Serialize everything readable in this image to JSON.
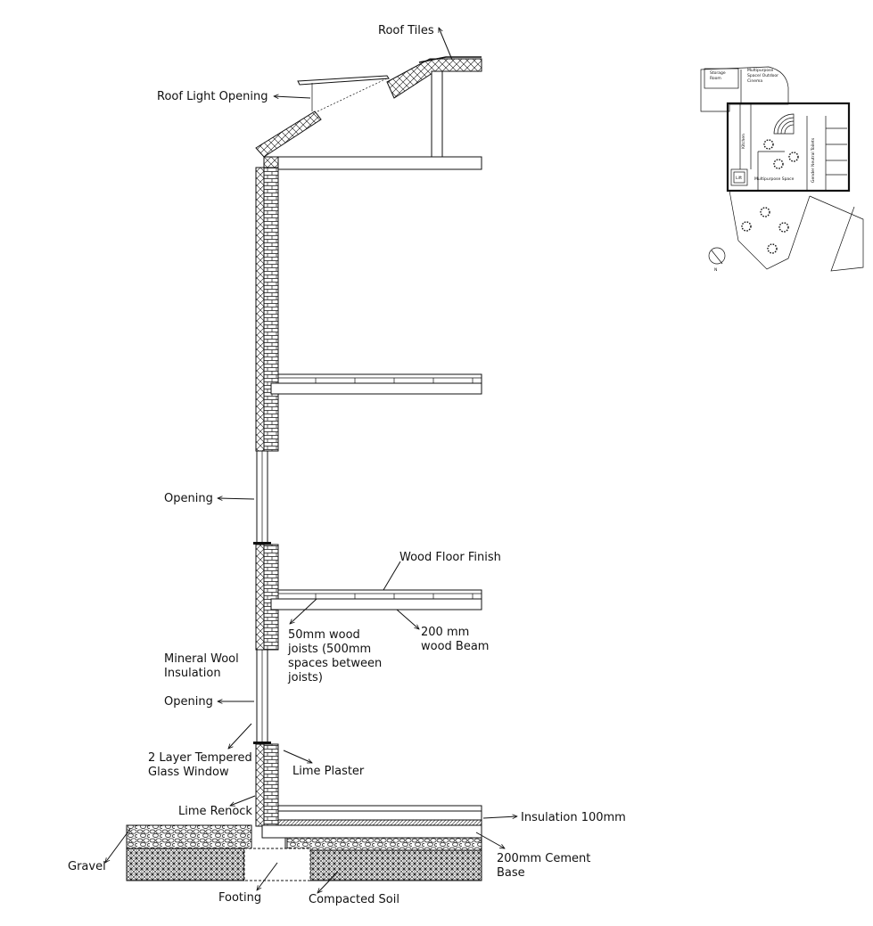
{
  "section": {
    "labels": {
      "roof_tiles": "Roof Tiles",
      "roof_light_opening": "Roof Light Opening",
      "opening_upper": "Opening",
      "wood_floor_finish": "Wood Floor Finish",
      "wood_joists": [
        "50mm wood",
        "joists (500mm",
        "spaces between",
        "joists)"
      ],
      "wood_beam": [
        "200 mm",
        "wood Beam"
      ],
      "mineral_wool": [
        "Mineral Wool",
        "Insulation"
      ],
      "opening_lower": "Opening",
      "glass_window": [
        "2 Layer Tempered",
        "Glass Window"
      ],
      "lime_plaster": "Lime Plaster",
      "lime_render": "Lime Renock",
      "insulation": "Insulation 100mm",
      "cement_base": [
        "200mm Cement",
        "Base"
      ],
      "gravel": "Gravel",
      "footing": "Footing",
      "compacted_soil": "Compacted Soil"
    }
  },
  "key_plan": {
    "labels": {
      "storage_room": [
        "Storage",
        "Room"
      ],
      "multipurpose_outdoor": [
        "Multipurpose",
        "Space/ Outdoor",
        "Cinema"
      ],
      "kitchen": "Kitchen",
      "gender_neutral_toilets": "Gender Neutral Toilets",
      "lift": "Lift",
      "multipurpose_space": "Multipurpose Space",
      "north": "N"
    }
  }
}
